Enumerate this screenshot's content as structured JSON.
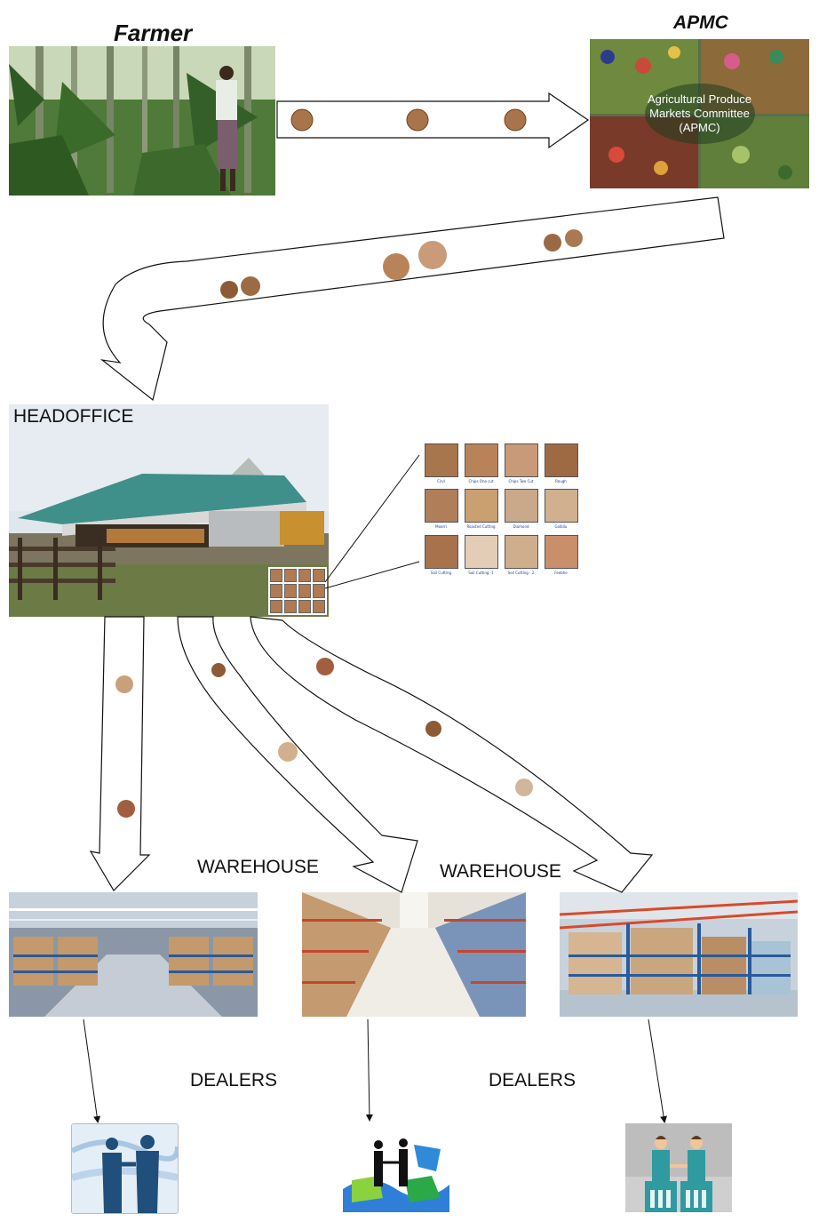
{
  "labels": {
    "farmer": "Farmer",
    "apmc": "APMC",
    "headoffice": "HEADOFFICE",
    "warehouse_1": "WAREHOUSE",
    "warehouse_2": "WAREHOUSE",
    "dealers_1": "DEALERS",
    "dealers_2": "DEALERS"
  },
  "apmc_banner": {
    "line1": "Agricultural Produce",
    "line2": "Markets Committee",
    "line3": "(APMC)"
  },
  "grades": [
    "Cirvl",
    "Chips One cut",
    "Chips Two Cut",
    "Rough",
    "Moorri",
    "Roasted Cutting",
    "Diamond",
    "Golbilu",
    "Soil Cutting",
    "Soil Cutting -1",
    "Soil Cutting - 2",
    "Feebhe"
  ],
  "colors": {
    "nut_brown": "#a8744a",
    "arrow_stroke": "#111111",
    "grade_caption": "#1a3c9e",
    "roof_green": "#3f8f8a"
  }
}
